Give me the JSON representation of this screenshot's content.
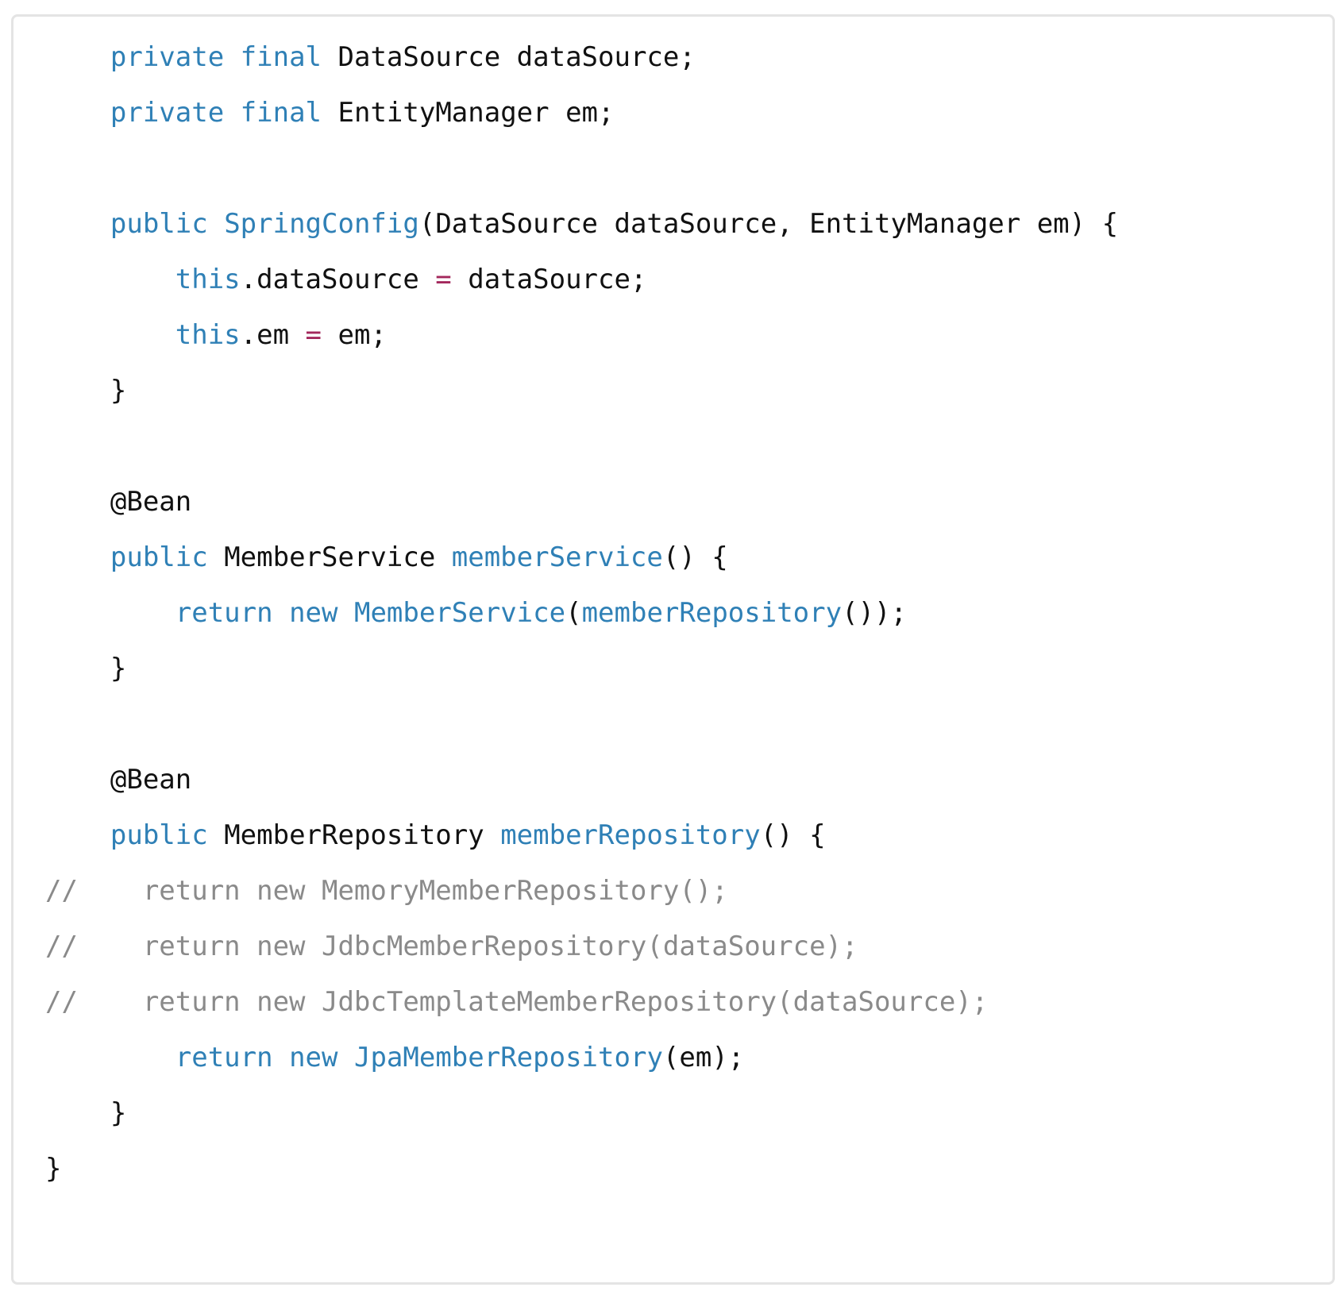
{
  "colors": {
    "keyword": "#2f80b6",
    "function": "#2f80b6",
    "operator": "#a3285c",
    "comment": "#8a8a8a",
    "plain": "#111111",
    "border": "#e4e4e4",
    "background": "#ffffff"
  },
  "code": {
    "lines": [
      [
        {
          "t": "    ",
          "k": "pl"
        },
        {
          "t": "private",
          "k": "kw"
        },
        {
          "t": " ",
          "k": "pl"
        },
        {
          "t": "final",
          "k": "kw"
        },
        {
          "t": " DataSource dataSource;",
          "k": "pl"
        }
      ],
      [
        {
          "t": "    ",
          "k": "pl"
        },
        {
          "t": "private",
          "k": "kw"
        },
        {
          "t": " ",
          "k": "pl"
        },
        {
          "t": "final",
          "k": "kw"
        },
        {
          "t": " EntityManager em;",
          "k": "pl"
        }
      ],
      [],
      [
        {
          "t": "    ",
          "k": "pl"
        },
        {
          "t": "public",
          "k": "kw"
        },
        {
          "t": " ",
          "k": "pl"
        },
        {
          "t": "SpringConfig",
          "k": "fn"
        },
        {
          "t": "(DataSource dataSource, EntityManager em) {",
          "k": "pl"
        }
      ],
      [
        {
          "t": "        ",
          "k": "pl"
        },
        {
          "t": "this",
          "k": "kw"
        },
        {
          "t": ".dataSource ",
          "k": "pl"
        },
        {
          "t": "=",
          "k": "op"
        },
        {
          "t": " dataSource;",
          "k": "pl"
        }
      ],
      [
        {
          "t": "        ",
          "k": "pl"
        },
        {
          "t": "this",
          "k": "kw"
        },
        {
          "t": ".em ",
          "k": "pl"
        },
        {
          "t": "=",
          "k": "op"
        },
        {
          "t": " em;",
          "k": "pl"
        }
      ],
      [
        {
          "t": "    }",
          "k": "pl"
        }
      ],
      [],
      [
        {
          "t": "    @Bean",
          "k": "pl"
        }
      ],
      [
        {
          "t": "    ",
          "k": "pl"
        },
        {
          "t": "public",
          "k": "kw"
        },
        {
          "t": " MemberService ",
          "k": "pl"
        },
        {
          "t": "memberService",
          "k": "fn"
        },
        {
          "t": "() {",
          "k": "pl"
        }
      ],
      [
        {
          "t": "        ",
          "k": "pl"
        },
        {
          "t": "return",
          "k": "kw"
        },
        {
          "t": " ",
          "k": "pl"
        },
        {
          "t": "new",
          "k": "kw"
        },
        {
          "t": " ",
          "k": "pl"
        },
        {
          "t": "MemberService",
          "k": "fn"
        },
        {
          "t": "(",
          "k": "pl"
        },
        {
          "t": "memberRepository",
          "k": "fn"
        },
        {
          "t": "());",
          "k": "pl"
        }
      ],
      [
        {
          "t": "    }",
          "k": "pl"
        }
      ],
      [],
      [
        {
          "t": "    @Bean",
          "k": "pl"
        }
      ],
      [
        {
          "t": "    ",
          "k": "pl"
        },
        {
          "t": "public",
          "k": "kw"
        },
        {
          "t": " MemberRepository ",
          "k": "pl"
        },
        {
          "t": "memberRepository",
          "k": "fn"
        },
        {
          "t": "() {",
          "k": "pl"
        }
      ],
      [
        {
          "t": "//    return new MemoryMemberRepository();",
          "k": "cm"
        }
      ],
      [
        {
          "t": "//    return new JdbcMemberRepository(dataSource);",
          "k": "cm"
        }
      ],
      [
        {
          "t": "//    return new JdbcTemplateMemberRepository(dataSource);",
          "k": "cm"
        }
      ],
      [
        {
          "t": "        ",
          "k": "pl"
        },
        {
          "t": "return",
          "k": "kw"
        },
        {
          "t": " ",
          "k": "pl"
        },
        {
          "t": "new",
          "k": "kw"
        },
        {
          "t": " ",
          "k": "pl"
        },
        {
          "t": "JpaMemberRepository",
          "k": "fn"
        },
        {
          "t": "(em);",
          "k": "pl"
        }
      ],
      [
        {
          "t": "    }",
          "k": "pl"
        }
      ],
      [
        {
          "t": "}",
          "k": "pl"
        }
      ]
    ]
  }
}
